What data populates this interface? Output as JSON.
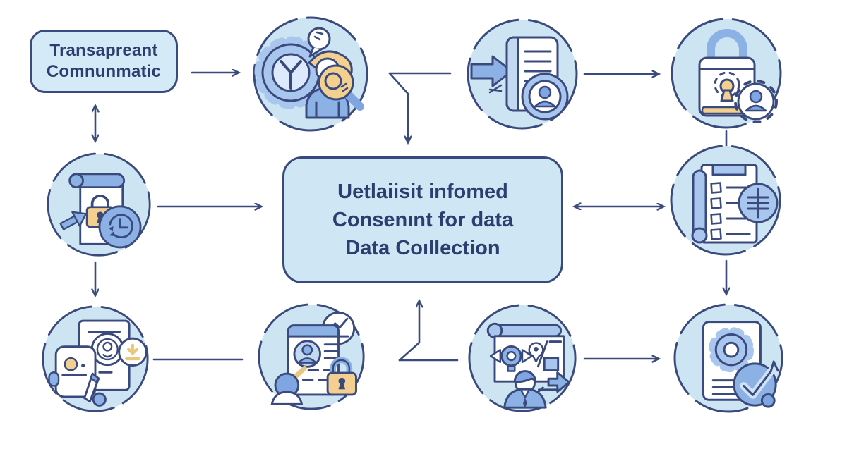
{
  "diagram": {
    "title_semantic": "informed-consent-data-collection-flowchart",
    "colors": {
      "outline": "#3b4a7d",
      "node_fill": "#cde4f2",
      "box_fill": "#d4eaf7",
      "center_box_fill": "#cfe7f5",
      "text": "#2c3e6f",
      "accent_blue": "#8bb1e5",
      "accent_light_blue": "#c3d9f2",
      "accent_yellow": "#f3d08f",
      "background": "#ffffff"
    },
    "top_left_box": {
      "lines": [
        "Transapreant",
        "Comnunmatic"
      ]
    },
    "center_box": {
      "lines": [
        "Uetlaiisit infomed",
        "Consenınt for data",
        "Data Coıllection"
      ]
    },
    "nodes": [
      {
        "id": "consultation",
        "icon": "gear-user-search-icon"
      },
      {
        "id": "consent-document",
        "icon": "document-arrow-user-icon"
      },
      {
        "id": "privacy-lock",
        "icon": "padlock-user-gear-icon"
      },
      {
        "id": "checklist",
        "icon": "clipboard-checklist-settings-icon"
      },
      {
        "id": "policy-history",
        "icon": "scroll-lock-clock-icon"
      },
      {
        "id": "signature-docs",
        "icon": "documents-signing-icon"
      },
      {
        "id": "profile-review",
        "icon": "profile-lock-search-icon"
      },
      {
        "id": "data-presentation",
        "icon": "presenter-whiteboard-icon"
      },
      {
        "id": "compliance-check",
        "icon": "gear-document-check-icon"
      }
    ]
  }
}
